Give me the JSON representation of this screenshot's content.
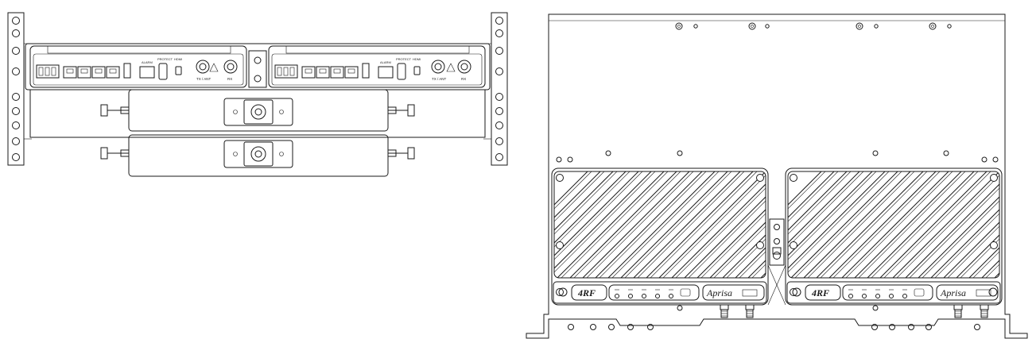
{
  "colors": {
    "line": "#1a1a1a",
    "background": "#ffffff"
  },
  "front_view": {
    "left_unit": {
      "ports": [
        "TX / ANT",
        "RX"
      ],
      "labels": [
        "PROTECT",
        "HDMI",
        "ALARM"
      ]
    },
    "right_unit": {
      "ports": [
        "TX / ANT",
        "RX"
      ],
      "labels": [
        "PROTECT",
        "HDMI",
        "ALARM"
      ]
    }
  },
  "rear_view": {
    "left_unit": {
      "logo": "4RF",
      "brand": "Aprisa"
    },
    "right_unit": {
      "logo": "4RF",
      "brand": "Aprisa"
    }
  }
}
